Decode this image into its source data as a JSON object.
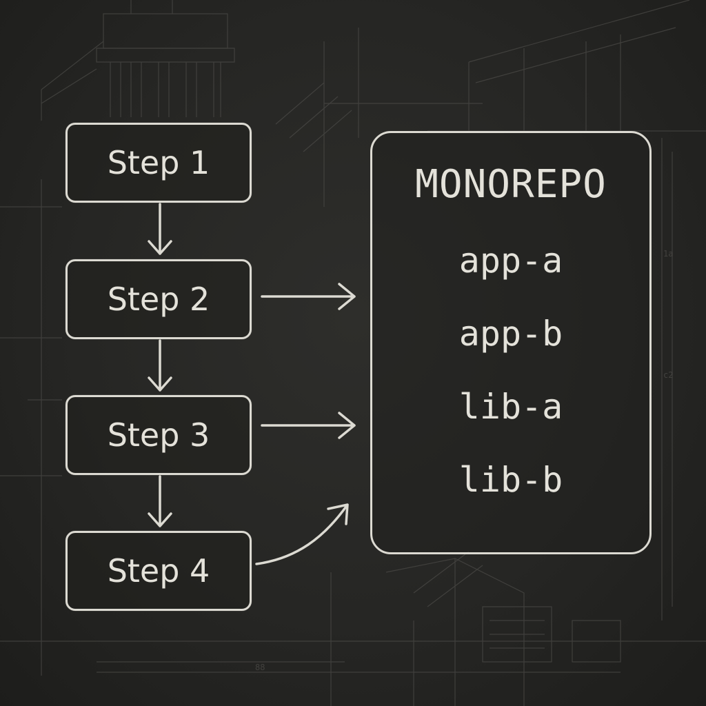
{
  "colors": {
    "background": "#262624",
    "chalk": "#dcdad2",
    "sketch": "#4a4946"
  },
  "steps": [
    {
      "label": "Step 1"
    },
    {
      "label": "Step 2"
    },
    {
      "label": "Step 3"
    },
    {
      "label": "Step 4"
    }
  ],
  "monorepo": {
    "title": "MONOREPO",
    "packages": [
      "app-a",
      "app-b",
      "lib-a",
      "lib-b"
    ]
  }
}
